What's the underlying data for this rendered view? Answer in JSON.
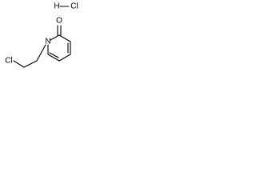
{
  "molecule": {
    "salt_h": "H",
    "salt_cl": "Cl",
    "carbonyl_o": "O",
    "ring_n": "N",
    "chain_cl": "Cl"
  }
}
